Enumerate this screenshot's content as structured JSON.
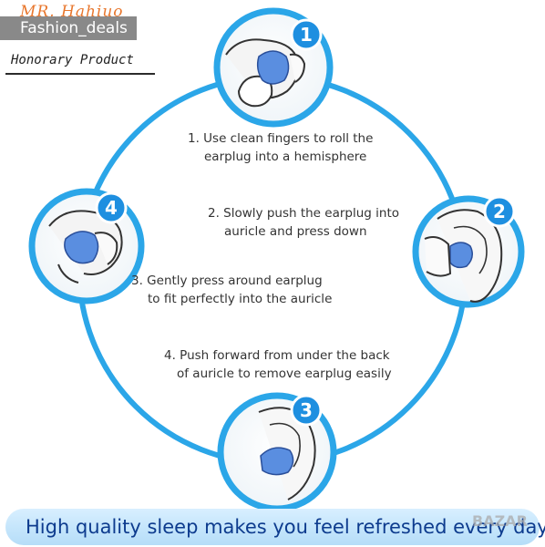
{
  "watermark": "Fashion_deals",
  "brand": {
    "name": "MR. Hahiuo",
    "tagline": "Honorary Product"
  },
  "steps": [
    {
      "number": "1",
      "lines": [
        "1. Use clean fingers  to roll the",
        "earplug  into a hemisphere"
      ]
    },
    {
      "number": "2",
      "lines": [
        "2. Slowly push the  earplug into",
        "auricle and press down"
      ]
    },
    {
      "number": "3",
      "lines": [
        "3. Gently press around  earplug",
        "to fit perfectly  into the auricle"
      ]
    },
    {
      "number": "4",
      "lines": [
        "4. Push forward from under the back",
        "of auricle to remove earplug easily"
      ]
    }
  ],
  "footer": {
    "text": "High quality sleep makes you feel refreshed every day",
    "stamp": "BAZAR"
  },
  "colors": {
    "ring": "#2ba6e8",
    "badge": "#1e8fe0",
    "earplug": "#5a8ee0",
    "text": "#333333"
  }
}
